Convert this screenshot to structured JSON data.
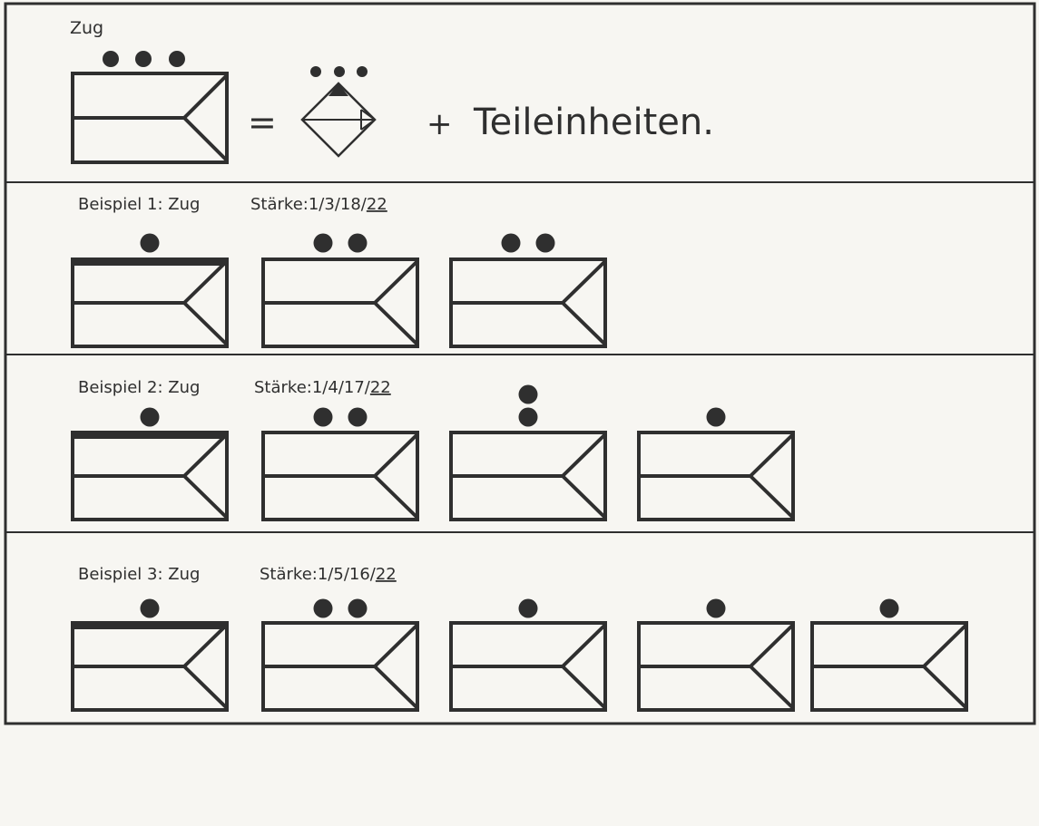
{
  "header": {
    "label": "Zug",
    "equals": "=",
    "plus": "+",
    "suffix": "Teileinheiten."
  },
  "rows": [
    {
      "example": "Beispiel 1: Zug",
      "strength_prefix": "Stärke:",
      "strength_plain": "1/3/18/",
      "strength_underlined": "22",
      "units": [
        {
          "dots": 1,
          "dot_layout": "horizontal",
          "bold_top": true
        },
        {
          "dots": 2,
          "dot_layout": "horizontal",
          "bold_top": false
        },
        {
          "dots": 2,
          "dot_layout": "horizontal",
          "bold_top": false
        }
      ]
    },
    {
      "example": "Beispiel 2: Zug",
      "strength_prefix": "Stärke:",
      "strength_plain": "1/4/17/",
      "strength_underlined": "22",
      "units": [
        {
          "dots": 1,
          "dot_layout": "horizontal",
          "bold_top": true
        },
        {
          "dots": 2,
          "dot_layout": "horizontal",
          "bold_top": false
        },
        {
          "dots": 2,
          "dot_layout": "vertical",
          "bold_top": false
        },
        {
          "dots": 1,
          "dot_layout": "horizontal",
          "bold_top": false
        }
      ]
    },
    {
      "example": "Beispiel 3: Zug",
      "strength_prefix": "Stärke:",
      "strength_plain": "1/5/16/",
      "strength_underlined": "22",
      "units": [
        {
          "dots": 1,
          "dot_layout": "horizontal",
          "bold_top": true
        },
        {
          "dots": 2,
          "dot_layout": "horizontal",
          "bold_top": false
        },
        {
          "dots": 1,
          "dot_layout": "horizontal",
          "bold_top": false
        },
        {
          "dots": 1,
          "dot_layout": "horizontal",
          "bold_top": false
        },
        {
          "dots": 1,
          "dot_layout": "horizontal",
          "bold_top": false
        }
      ]
    }
  ],
  "colors": {
    "ink": "#2f2f2f",
    "background": "#f7f6f2"
  }
}
